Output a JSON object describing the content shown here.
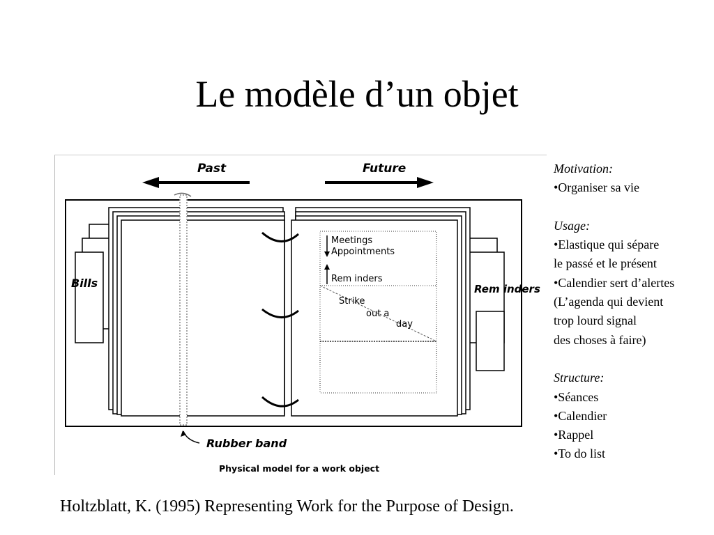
{
  "slide": {
    "title": "Le modèle d’un objet",
    "citation": "Holtzblatt, K.  (1995)  Representing Work for the Purpose of Design."
  },
  "figure": {
    "past_label": "Past",
    "future_label": "Future",
    "bills_label": "Bills",
    "reminders_tab_label": "Rem inders",
    "meetings_label": "Meetings",
    "appointments_label": "Appointments",
    "reminders_label": "Rem inders",
    "strike_label": "Strike",
    "out_a_label": "out a",
    "day_label": "day",
    "rubber_band_label": "Rubber band",
    "caption": "Physical model for a  work object"
  },
  "notes": {
    "motivation_head": "Motivation:",
    "motivation_1": "•Organiser sa vie",
    "usage_head": "Usage:",
    "usage_1": "•Elastique qui sépare",
    "usage_2": "le passé et le présent",
    "usage_3": "•Calendier sert d’alertes",
    "usage_4": "(L’agenda  qui devient",
    "usage_5": "trop lourd signal",
    "usage_6": "des choses à faire)",
    "structure_head": "Structure:",
    "structure_1": "•Séances",
    "structure_2": "•Calendier",
    "structure_3": "•Rappel",
    "structure_4": "•To do list"
  }
}
